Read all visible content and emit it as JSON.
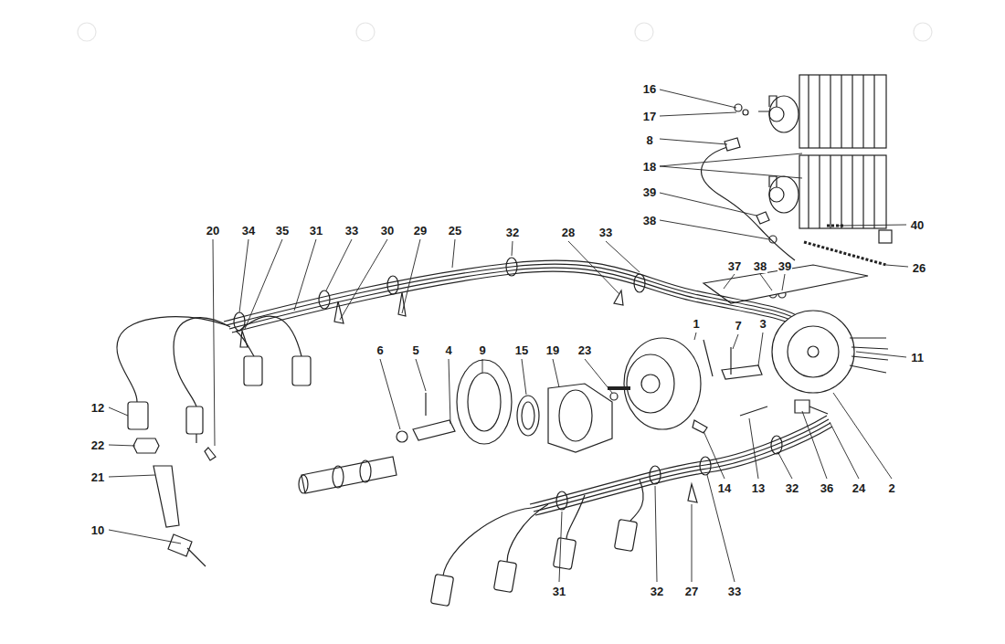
{
  "diagram": {
    "labels": [
      "16",
      "17",
      "8",
      "18",
      "39",
      "38",
      "40",
      "26",
      "20",
      "34",
      "35",
      "31",
      "33",
      "30",
      "29",
      "25",
      "32",
      "28",
      "33",
      "37",
      "38",
      "39",
      "1",
      "7",
      "3",
      "11",
      "6",
      "5",
      "4",
      "9",
      "15",
      "19",
      "23",
      "12",
      "22",
      "21",
      "10",
      "14",
      "13",
      "32",
      "36",
      "24",
      "2",
      "31",
      "32",
      "27",
      "33"
    ]
  }
}
